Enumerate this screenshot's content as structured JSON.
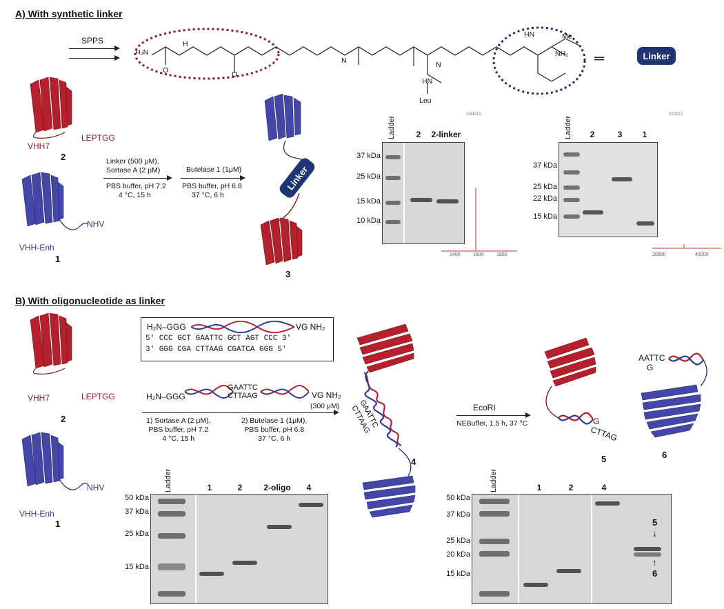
{
  "section_a": {
    "title": "A) With synthetic linker",
    "spps_label": "SPPS",
    "linker_label": "Linker",
    "equals": "═",
    "chem_labels": {
      "h2n": "H₂N",
      "o1": "O",
      "o2": "O",
      "h1": "H",
      "n1": "N",
      "n2": "N",
      "leu": "Leu",
      "hn": "HN",
      "me": "Me",
      "nh2": "NH₂",
      "hn2": "HN"
    },
    "vhh7": "VHH7",
    "lepttg": "LEPTGG",
    "num2": "2",
    "vhhenh": "VHH-Enh",
    "nhv": "NHV",
    "num1": "1",
    "step1": [
      "Linker (500 μM),",
      "Sortase A (2 μM)",
      "PBS buffer, pH 7.2",
      "4 °C, 15 h"
    ],
    "step2": [
      "Butelase 1 (1μM)",
      "PBS buffer, pH 6.8",
      "37 °C, 6 h"
    ],
    "product_linker": "Linker",
    "num3": "3",
    "gel1": {
      "ladder": "Ladder",
      "lanes": [
        "2",
        "2-linker"
      ],
      "kda": [
        "37 kDa",
        "25 kDa",
        "15 kDa",
        "10 kDa"
      ]
    },
    "gel2": {
      "ladder": "Ladder",
      "lanes": [
        "2",
        "3",
        "1"
      ],
      "kda": [
        "37 kDa",
        "25 kDa",
        "22 kDa",
        "15 kDa"
      ]
    },
    "ms1_ticks": [
      "1400",
      "1600",
      "1800"
    ],
    "ms2_ticks": [
      "20000",
      "40000"
    ],
    "ms1_header": "1M4310",
    "ms2_header": "220012"
  },
  "section_b": {
    "title": "B) With oligonucleotide as linker",
    "vhh7": "VHH7",
    "lepttg": "LEPTGG",
    "num2": "2",
    "vhhenh": "VHH-Enh",
    "nhv": "NHV",
    "num1": "1",
    "box_top_left": "H₂N–GGG",
    "box_top_right": "VG  NH₂",
    "seq1": "5' CCC GCT GAATTC GCT AGT CCC 3'",
    "seq2": "3' GGG CGA CTTAAG CGATCA GGG 5'",
    "reagent_left": "H₂N–GGG",
    "reagent_mid_top": "GAATTC",
    "reagent_mid_bot": "CTTAAG",
    "reagent_right": "VG  NH₂",
    "reagent_conc": "(300 μM)",
    "step1": [
      "1) Sortase A (2 μM),",
      "PBS buffer, pH 7.2",
      "4 °C, 15 h"
    ],
    "step2": [
      "2) Butelase 1 (1μM),",
      "PBS buffer, pH 6.8",
      "37 °C, 6 h"
    ],
    "dna_on_4_top": "GAATTC",
    "dna_on_4_bot": "CTTAAG",
    "num4": "4",
    "ecori": "EcoRI",
    "ecori_cond": "NEBuffer, 1.5 h, 37 °C",
    "frag5_seq": "G",
    "frag5_tail": "CTTAG",
    "num5": "5",
    "frag6_seq": "AATTC",
    "frag6_g": "G",
    "num6": "6",
    "gel3": {
      "ladder": "Ladder",
      "lanes": [
        "1",
        "2",
        "2-oligo",
        "4"
      ],
      "kda": [
        "50 kDa",
        "37 kDa",
        "25 kDa",
        "15 kDa"
      ]
    },
    "gel4": {
      "ladder": "Ladder",
      "lanes": [
        "1",
        "2",
        "4"
      ],
      "kda": [
        "50 kDa",
        "37 kDa",
        "25 kDa",
        "20 kDa",
        "15 kDa"
      ],
      "arrow5": "5",
      "arrow6": "6"
    }
  },
  "colors": {
    "red_protein": "#b5202d",
    "blue_protein": "#4347a8",
    "linker_box": "#1f3573",
    "ms_trace": "#c0392b"
  }
}
